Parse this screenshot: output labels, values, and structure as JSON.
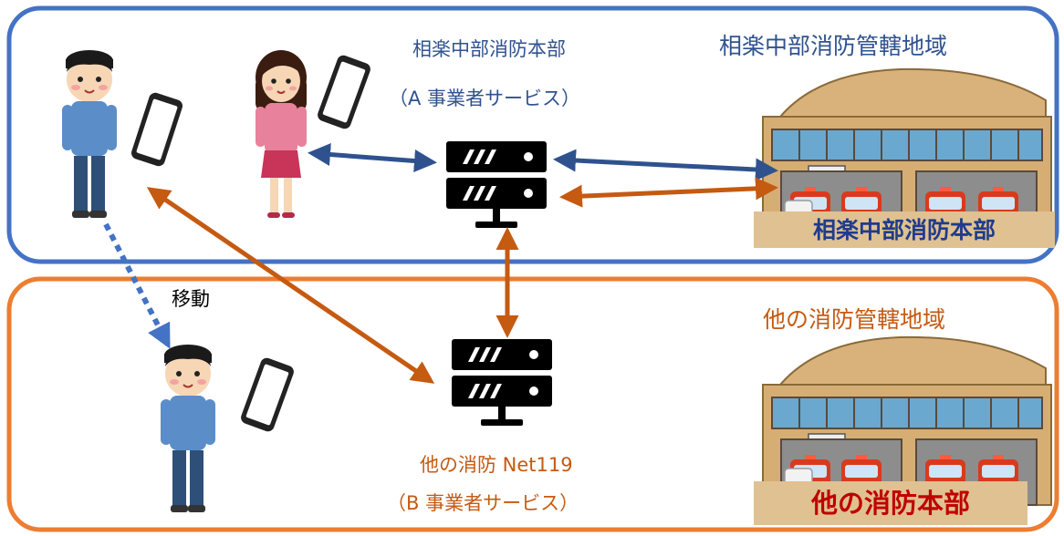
{
  "area_top": {
    "label": "相楽中部消防管轄地域",
    "frame_color": "#4472c4"
  },
  "area_bottom": {
    "label": "他の消防管轄地域",
    "frame_color": "#ed7d31"
  },
  "service_a": {
    "name": "相楽中部消防本部",
    "sub": "（A 事業者サービス）",
    "icon": "server-icon"
  },
  "service_b": {
    "name": "他の消防 Net119",
    "sub": "（B 事業者サービス）",
    "icon": "server-icon"
  },
  "fire_station_top": {
    "sign": "相楽中部消防本部",
    "icon": "fire-station-icon"
  },
  "fire_station_bottom": {
    "sign": "他の消防本部",
    "icon": "fire-station-icon"
  },
  "move_label": "移動",
  "colors": {
    "blue_arrow": "#2f528f",
    "orange_arrow": "#c55a11",
    "dotted_arrow": "#4472c4"
  }
}
